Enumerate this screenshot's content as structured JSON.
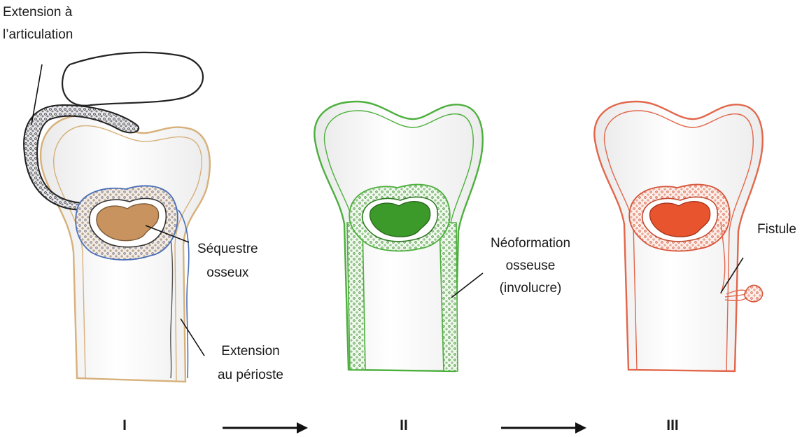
{
  "labels": {
    "extension_articulation": [
      "Extension à",
      "l’articulation"
    ],
    "sequestre": [
      "Séquestre",
      "osseux"
    ],
    "extension_perioste": [
      "Extension",
      "au périoste"
    ],
    "neoformation": [
      "Néoformation",
      "osseuse",
      "(involucre)"
    ],
    "fistule": "Fistule"
  },
  "stages": [
    "I",
    "II",
    "III"
  ],
  "colors": {
    "stage_I": "#d7b07a",
    "stage_I_fill": "#c8935e",
    "stage_I_periosteum": "#4a6fb8",
    "stage_II": "#4caf3c",
    "stage_II_fill": "#3c9a2a",
    "stage_III": "#e2664a",
    "stage_III_fill": "#e8542e",
    "outline": "#222222"
  }
}
